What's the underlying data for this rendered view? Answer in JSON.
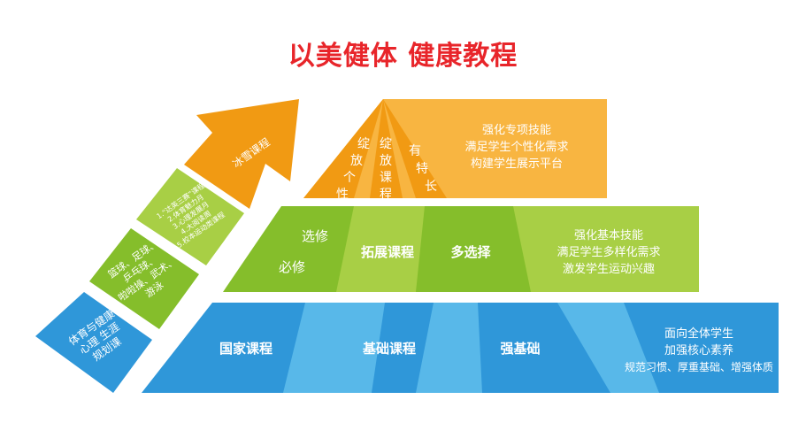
{
  "title": "以美健体  健康教程",
  "colors": {
    "title_red": "#e8252a",
    "blue_light": "#58b8e9",
    "blue_dark": "#2f97d9",
    "green_light": "#a8cf45",
    "green_dark": "#85be2b",
    "orange_light": "#f8b541",
    "orange_dark": "#f19a13"
  },
  "tiers": {
    "top": {
      "labels": [
        "绽放个性",
        "绽放课程",
        "有特长"
      ],
      "description": [
        "强化专项技能",
        "满足学生个性化需求",
        "构建学生展示平台"
      ]
    },
    "middle": {
      "elective": "选修",
      "required": "必修",
      "course": "拓展课程",
      "choice": "多选择",
      "description": [
        "强化基本技能",
        "满足学生多样化需求",
        "激发学生运动兴趣"
      ]
    },
    "bottom": {
      "course_national": "国家课程",
      "course_basic": "基础课程",
      "foundation": "强基础",
      "description": [
        "面向全体学生",
        "加强核心素养",
        "规范习惯、厚重基础、增强体质"
      ]
    }
  },
  "arrow": {
    "steps": [
      {
        "lines": [
          "体育与健康",
          "心理 生涯",
          "规划课"
        ]
      },
      {
        "lines": [
          "篮球、足球、",
          "乒乓球、",
          "啦啦操、武术、",
          "游泳"
        ]
      },
      {
        "lines": [
          "1.“达英三赛”课程",
          "2.体育魅力月",
          "3.心理发展月",
          "4.大阅读周",
          "5.校本运动类课程"
        ]
      },
      {
        "lines": [
          "冰雪课程"
        ]
      }
    ]
  }
}
